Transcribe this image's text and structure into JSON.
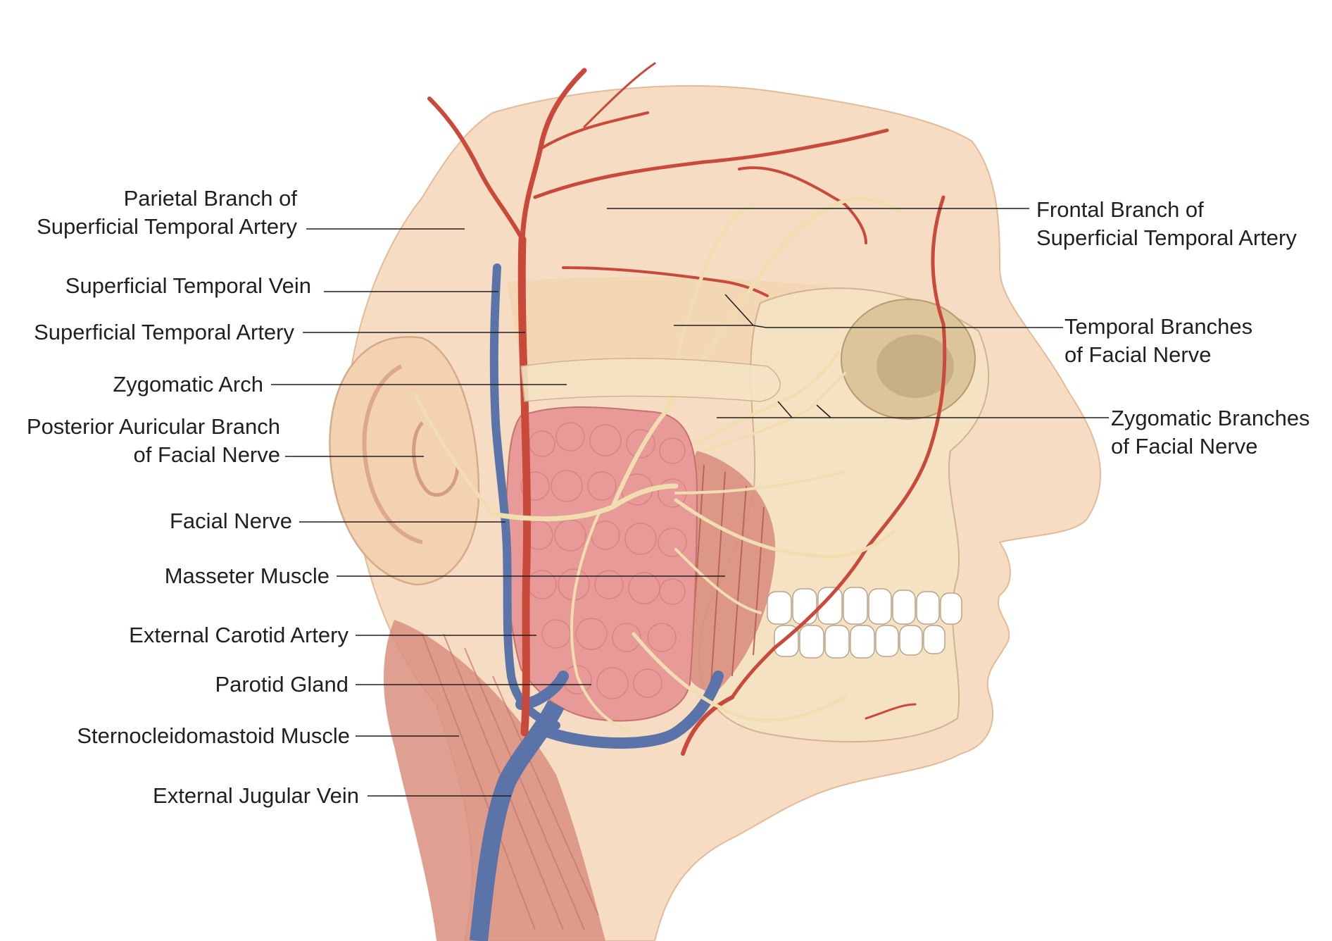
{
  "labels": {
    "parietal_branch": {
      "line1": "Parietal Branch of",
      "line2": "Superficial Temporal Artery"
    },
    "sup_temporal_vein": {
      "line1": "Superficial Temporal Vein"
    },
    "sup_temporal_artery": {
      "line1": "Superficial Temporal Artery"
    },
    "zygomatic_arch": {
      "line1": "Zygomatic Arch"
    },
    "posterior_auricular": {
      "line1": "Posterior Auricular Branch",
      "line2": "of Facial Nerve"
    },
    "facial_nerve": {
      "line1": "Facial Nerve"
    },
    "masseter_muscle": {
      "line1": "Masseter Muscle"
    },
    "external_carotid": {
      "line1": "External Carotid Artery"
    },
    "parotid_gland": {
      "line1": "Parotid Gland"
    },
    "sternocleidomastoid": {
      "line1": "Sternocleidomastoid Muscle"
    },
    "external_jugular": {
      "line1": "External Jugular Vein"
    },
    "frontal_branch": {
      "line1": "Frontal Branch of",
      "line2": "Superficial Temporal Artery"
    },
    "temporal_branches": {
      "line1": "Temporal Branches",
      "line2": "of Facial Nerve"
    },
    "zygomatic_branches": {
      "line1": "Zygomatic Branches",
      "line2": "of Facial Nerve"
    }
  },
  "colors": {
    "skin": "#f6dcc2",
    "skin_shadow": "#eec9a8",
    "bone": "#f4e3c4",
    "artery": "#c9493a",
    "vein": "#5a73a8",
    "nerve": "#f1deb0",
    "gland": "#e79a97",
    "muscle": "#d98f7f",
    "teeth": "#ffffff"
  }
}
